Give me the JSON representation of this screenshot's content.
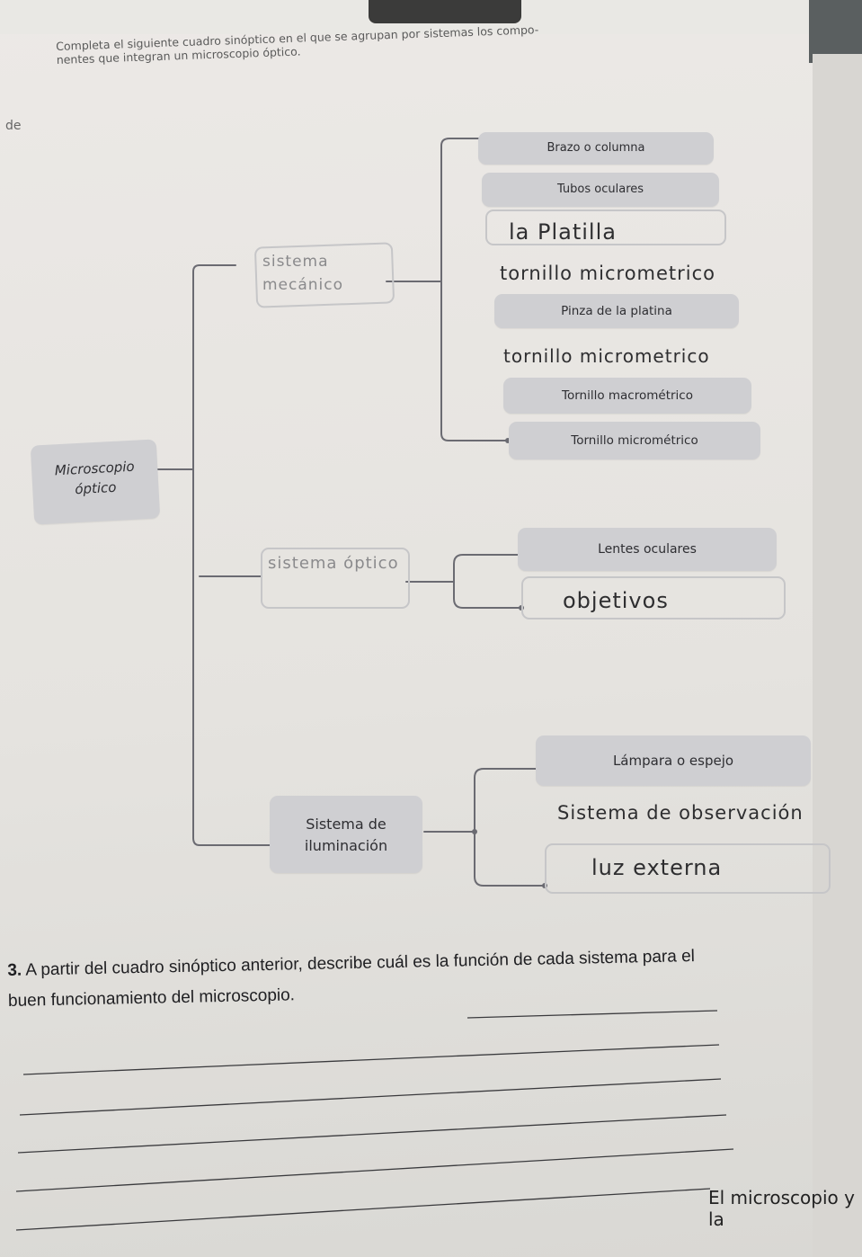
{
  "instructions": {
    "line1": "Completa el siguiente cuadro sinóptico en el que se agrupan por sistemas los compo-",
    "line2": "nentes que integran un microscopio óptico."
  },
  "margin_note": "de",
  "diagram": {
    "root": "Microscopio óptico",
    "mechanical": {
      "handwritten_title": "sistema mecánico",
      "items": [
        {
          "text": "Brazo o columna",
          "kind": "printed"
        },
        {
          "text": "Tubos oculares",
          "kind": "printed"
        },
        {
          "text": "la Platilla",
          "kind": "handwritten"
        },
        {
          "text": "tornillo micrometrico",
          "kind": "handwritten"
        },
        {
          "text": "Pinza de la platina",
          "kind": "printed"
        },
        {
          "text": "tornillo micrometrico",
          "kind": "handwritten"
        },
        {
          "text": "Tornillo macrométrico",
          "kind": "printed"
        },
        {
          "text": "Tornillo micrométrico",
          "kind": "printed"
        }
      ]
    },
    "optical": {
      "handwritten_title": "sistema óptico",
      "items": [
        {
          "text": "Lentes oculares",
          "kind": "printed"
        },
        {
          "text": "objetivos",
          "kind": "handwritten"
        }
      ]
    },
    "illumination": {
      "title": "Sistema de iluminación",
      "items": [
        {
          "text": "Lámpara o espejo",
          "kind": "printed"
        },
        {
          "text": "Sistema de observación",
          "kind": "handwritten"
        },
        {
          "text": "luz externa",
          "kind": "handwritten"
        }
      ]
    }
  },
  "question": {
    "number": "3.",
    "text": "A partir del cuadro sinóptico anterior, describe cuál es la función de cada sistema para el buen funcionamiento del microscopio."
  },
  "footer": "El microscopio y la"
}
